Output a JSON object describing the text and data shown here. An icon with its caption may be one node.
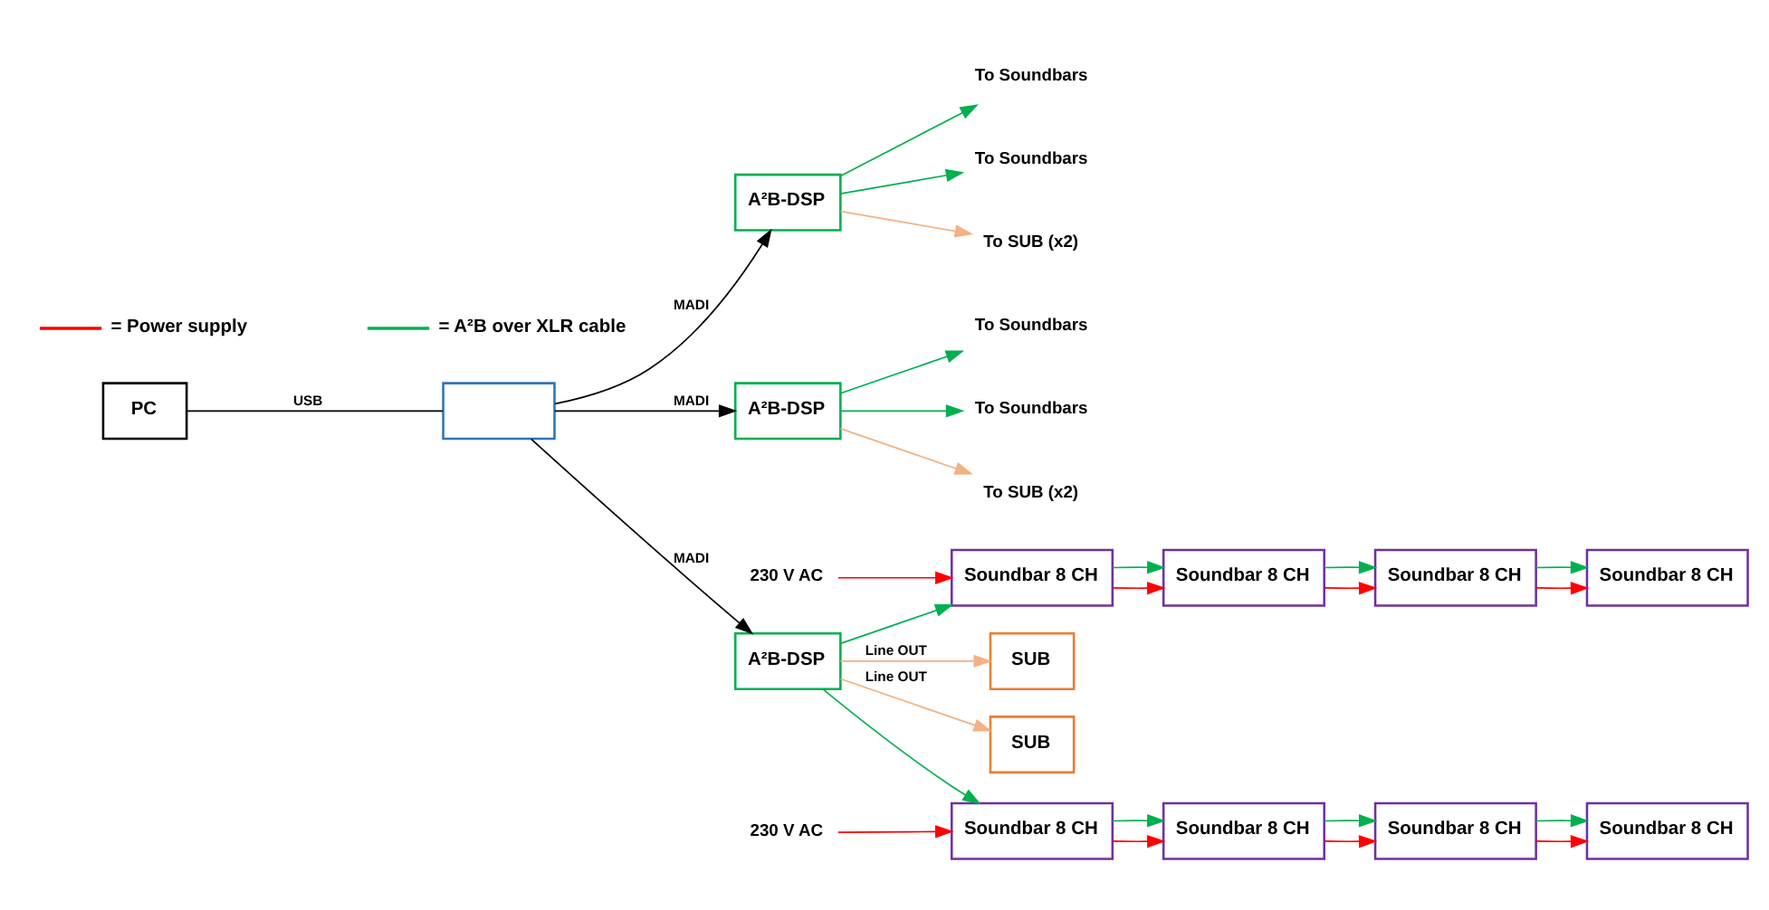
{
  "diagram": {
    "nodes": [
      {
        "text": [
          "PC"
        ]
      },
      {
        "text": [],
        "shape": "box"
      },
      {
        "text": [
          "A²B-DSP"
        ]
      },
      {
        "text": [
          "A²B-DSP"
        ]
      },
      {
        "text": [
          "A²B-DSP"
        ]
      },
      {
        "text": [
          "Soundbar 8 CH"
        ]
      },
      {
        "text": [
          "Soundbar 8 CH"
        ]
      },
      {
        "text": [
          "Soundbar 8 CH"
        ]
      },
      {
        "text": [
          "Soundbar 8 CH"
        ]
      },
      {
        "text": [
          "Soundbar 8 CH"
        ]
      },
      {
        "text": [
          "Soundbar 8 CH"
        ]
      },
      {
        "text": [
          "Soundbar 8 CH"
        ]
      },
      {
        "text": [
          "Soundbar 8 CH"
        ]
      },
      {
        "text": [
          "SUB"
        ]
      },
      {
        "text": [
          "SUB"
        ]
      },
      {
        "text": [
          "To Soundbars"
        ]
      },
      {
        "text": [
          "To Soundbars"
        ]
      },
      {
        "text": [
          "To SUB (x2)"
        ]
      },
      {
        "text": [
          "To Soundbars"
        ]
      },
      {
        "text": [
          "To Soundbars"
        ]
      },
      {
        "text": [
          "To SUB (x2)"
        ]
      },
      {
        "text": [
          "230 V AC"
        ]
      },
      {
        "text": [
          "230 V AC"
        ]
      }
    ],
    "edges": [
      {
        "from": 0,
        "to": 1,
        "arrow": "none",
        "label": "USB",
        "color": "#000000"
      },
      {
        "from": 1,
        "to": 2,
        "arrow": "to",
        "label": "MADI",
        "color": "#000000"
      },
      {
        "from": 1,
        "to": 3,
        "arrow": "to",
        "label": "MADI",
        "color": "#000000"
      },
      {
        "from": 1,
        "to": 4,
        "arrow": "to",
        "label": "MADI",
        "color": "#000000"
      },
      {
        "from": 2,
        "to": 15,
        "arrow": "to",
        "color": "#00b050"
      },
      {
        "from": 2,
        "to": 16,
        "arrow": "to",
        "color": "#00b050"
      },
      {
        "from": 2,
        "to": 17,
        "arrow": "to",
        "color": "#f4b183"
      },
      {
        "from": 3,
        "to": 18,
        "arrow": "to",
        "color": "#00b050"
      },
      {
        "from": 3,
        "to": 19,
        "arrow": "to",
        "color": "#00b050"
      },
      {
        "from": 3,
        "to": 20,
        "arrow": "to",
        "color": "#f4b183"
      },
      {
        "from": 4,
        "to": 5,
        "arrow": "to",
        "color": "#00b050"
      },
      {
        "from": 4,
        "to": 9,
        "arrow": "to",
        "color": "#00b050"
      },
      {
        "from": 21,
        "to": 5,
        "arrow": "to",
        "color": "#ff0000"
      },
      {
        "from": 22,
        "to": 9,
        "arrow": "to",
        "color": "#ff0000"
      },
      {
        "from": 5,
        "to": 6,
        "arrow": "to",
        "color": "#ff0000"
      },
      {
        "from": 5,
        "to": 6,
        "arrow": "to",
        "color": "#00b050"
      },
      {
        "from": 6,
        "to": 7,
        "arrow": "to",
        "color": "#ff0000"
      },
      {
        "from": 6,
        "to": 7,
        "arrow": "to",
        "color": "#00b050"
      },
      {
        "from": 7,
        "to": 8,
        "arrow": "to",
        "color": "#ff0000"
      },
      {
        "from": 7,
        "to": 8,
        "arrow": "to",
        "color": "#00b050"
      },
      {
        "from": 9,
        "to": 10,
        "arrow": "to",
        "color": "#ff0000"
      },
      {
        "from": 9,
        "to": 10,
        "arrow": "to",
        "color": "#00b050"
      },
      {
        "from": 10,
        "to": 11,
        "arrow": "to",
        "color": "#ff0000"
      },
      {
        "from": 10,
        "to": 11,
        "arrow": "to",
        "color": "#00b050"
      },
      {
        "from": 11,
        "to": 12,
        "arrow": "to",
        "color": "#ff0000"
      },
      {
        "from": 11,
        "to": 12,
        "arrow": "to",
        "color": "#00b050"
      },
      {
        "from": 4,
        "to": 13,
        "arrow": "to",
        "color": "#f4b183",
        "label": "Line OUT"
      },
      {
        "from": 4,
        "to": 14,
        "arrow": "to",
        "color": "#f4b183",
        "label": "Line OUT"
      }
    ],
    "legend": [
      {
        "text": "= Power supply"
      },
      {
        "text": "= A²B over XLR cable"
      }
    ]
  }
}
